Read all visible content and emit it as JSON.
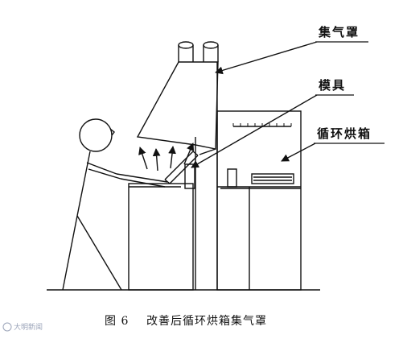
{
  "labels": {
    "hood": "集气罩",
    "mold": "模具",
    "oven": "循环烘箱"
  },
  "caption": {
    "figure_no": "图 6",
    "title": "改善后循环烘箱集气罩"
  },
  "watermark": "大明新闻"
}
